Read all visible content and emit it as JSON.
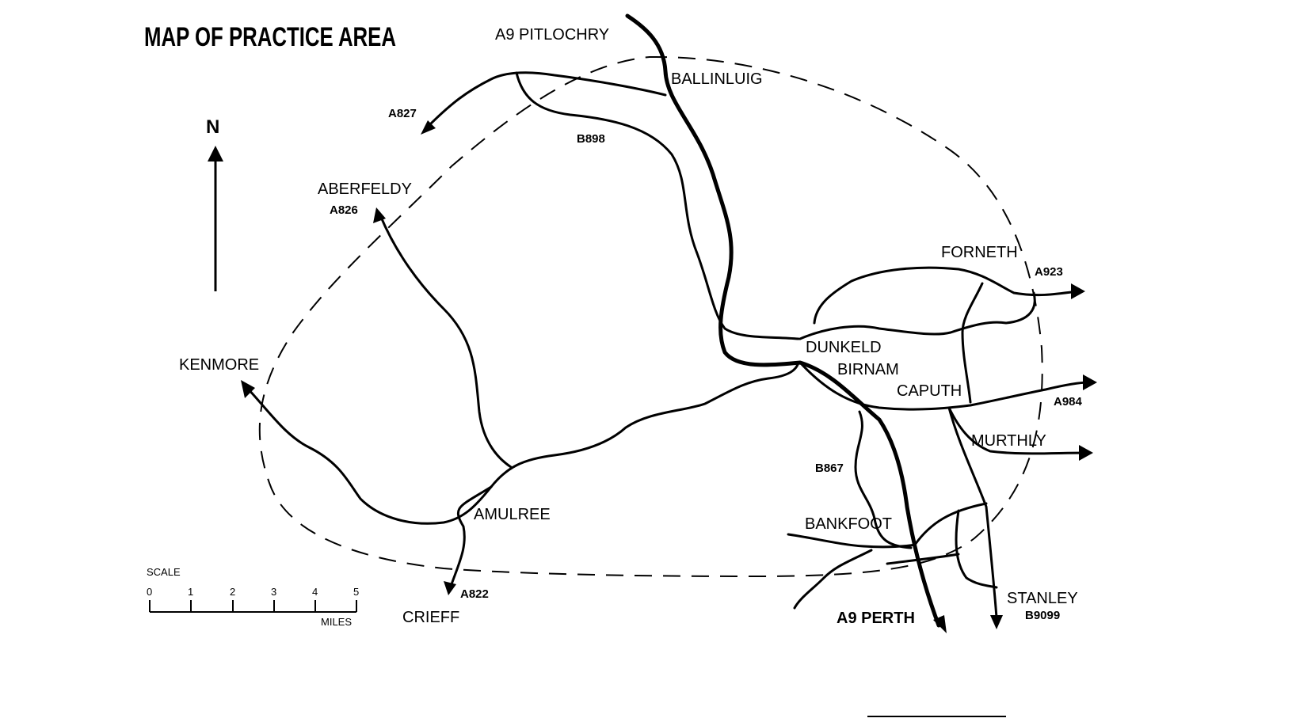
{
  "title": "MAP OF PRACTICE AREA",
  "north_label": "N",
  "places": {
    "ballinluig": "BALLINLUIG",
    "aberfeldy": "ABERFELDY",
    "kenmore": "KENMORE",
    "amulree": "AMULREE",
    "crieff": "CRIEFF",
    "dunkeld": "DUNKELD",
    "birnam": "BIRNAM",
    "caputh": "CAPUTH",
    "forneth": "FORNETH",
    "murthly": "MURTHLY",
    "bankfoot": "BANKFOOT",
    "stanley": "STANLEY"
  },
  "roads": {
    "a9_north": "A9 PITLOCHRY",
    "a9_south": "A9 PERTH",
    "a827": "A827",
    "b898": "B898",
    "a826": "A826",
    "a822": "A822",
    "a923": "A923",
    "a984": "A984",
    "b867": "B867",
    "b9099": "B9099"
  },
  "scale": {
    "label": "SCALE",
    "ticks": [
      "0",
      "1",
      "2",
      "3",
      "4",
      "5"
    ],
    "unit": "MILES"
  }
}
